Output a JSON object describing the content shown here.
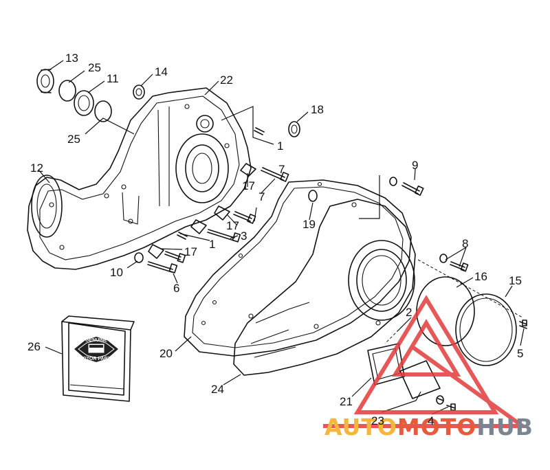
{
  "callouts": [
    {
      "id": "c13",
      "text": "13"
    },
    {
      "id": "c25a",
      "text": "25"
    },
    {
      "id": "c11",
      "text": "11"
    },
    {
      "id": "c14",
      "text": "14"
    },
    {
      "id": "c22",
      "text": "22"
    },
    {
      "id": "c25b",
      "text": "25"
    },
    {
      "id": "c18",
      "text": "18"
    },
    {
      "id": "c1a",
      "text": "1"
    },
    {
      "id": "c12",
      "text": "12"
    },
    {
      "id": "c9",
      "text": "9"
    },
    {
      "id": "c17a",
      "text": "17"
    },
    {
      "id": "c7a",
      "text": "7"
    },
    {
      "id": "c7b",
      "text": "7"
    },
    {
      "id": "c17b",
      "text": "17"
    },
    {
      "id": "c19",
      "text": "19"
    },
    {
      "id": "c3",
      "text": "3"
    },
    {
      "id": "c1b",
      "text": "1"
    },
    {
      "id": "c17c",
      "text": "17"
    },
    {
      "id": "c8",
      "text": "8"
    },
    {
      "id": "c10",
      "text": "10"
    },
    {
      "id": "c16",
      "text": "16"
    },
    {
      "id": "c15",
      "text": "15"
    },
    {
      "id": "c6",
      "text": "6"
    },
    {
      "id": "c2",
      "text": "2"
    },
    {
      "id": "c26",
      "text": "26"
    },
    {
      "id": "c5",
      "text": "5"
    },
    {
      "id": "c20",
      "text": "20"
    },
    {
      "id": "c24",
      "text": "24"
    },
    {
      "id": "c21",
      "text": "21"
    },
    {
      "id": "c23",
      "text": "23"
    },
    {
      "id": "c4",
      "text": "4"
    }
  ],
  "package": {
    "badge_top": "GENUINE",
    "badge_bottom": "MOTOR PARTS"
  },
  "watermark": {
    "part1": "AUTO",
    "part2": "MOTO",
    "part3": "HUB",
    "colors": {
      "triangle": "#e23a3a",
      "auto": "#f4b63c",
      "moto": "#e65b3b",
      "hub": "#7b8590"
    }
  }
}
